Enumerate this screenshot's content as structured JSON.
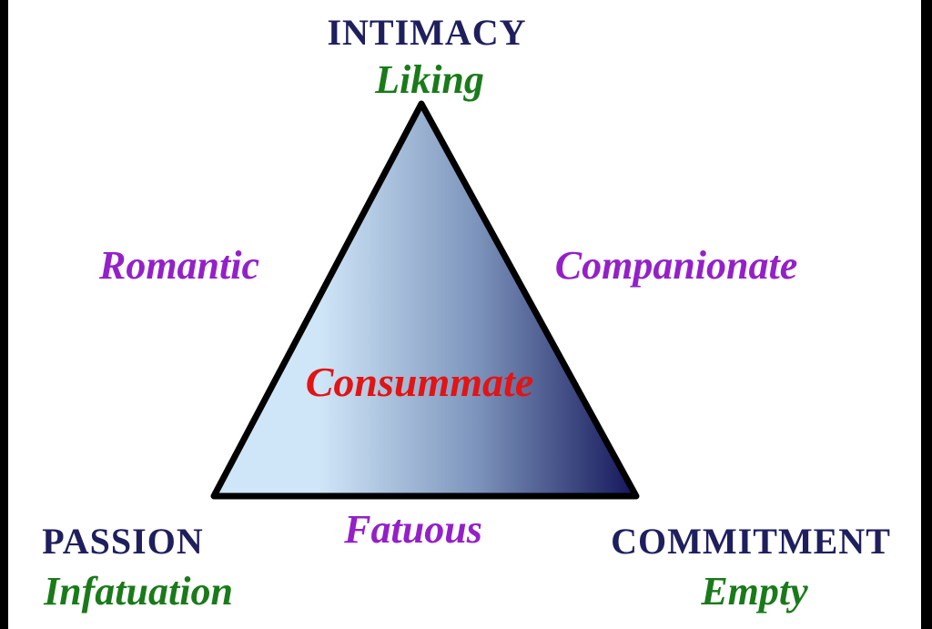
{
  "vertices": {
    "top": {
      "name": "INTIMACY",
      "love_type": "Liking"
    },
    "left": {
      "name": "PASSION",
      "love_type": "Infatuation"
    },
    "right": {
      "name": "COMMITMENT",
      "love_type": "Empty"
    }
  },
  "sides": {
    "left": "Romantic",
    "right": "Companionate",
    "bottom": "Fatuous"
  },
  "center": "Consummate",
  "colors": {
    "vertex_label": "#1f1f5e",
    "love_type": "#1a7a1a",
    "side_label": "#9420c8",
    "center_label": "#e21414",
    "gradient_light": "#cfe6f8",
    "gradient_mid": "#7d95bc",
    "gradient_dark": "#14165a",
    "outline": "#000000"
  }
}
